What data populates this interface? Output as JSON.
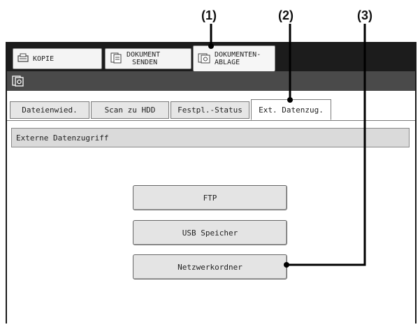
{
  "callouts": [
    "(1)",
    "(2)",
    "(3)"
  ],
  "mode_tabs": [
    {
      "label": "KOPIE",
      "icon": "copier-icon"
    },
    {
      "label": "DOKUMENT SENDEN",
      "line1": "DOKUMENT",
      "line2": "SENDEN",
      "icon": "send-document-icon"
    },
    {
      "label": "DOKUMENTEN-ABLAGE",
      "line1": "DOKUMENTEN-",
      "line2": "ABLAGE",
      "icon": "document-filing-icon",
      "active": true
    }
  ],
  "icon_bar": {
    "icon": "filing-mode-icon"
  },
  "tabs": [
    {
      "label": "Dateienwied."
    },
    {
      "label": "Scan zu HDD"
    },
    {
      "label": "Festpl.-Status"
    },
    {
      "label": "Ext. Datenzug.",
      "active": true
    }
  ],
  "info_bar": {
    "text": "Externe Datenzugriff"
  },
  "buttons": [
    {
      "label": "FTP"
    },
    {
      "label": "USB Speicher"
    },
    {
      "label": "Netzwerkordner"
    }
  ],
  "colors": {
    "mode_bar": "#1c1c1c",
    "icon_bar": "#4a4a4a",
    "info_bar": "#dadada",
    "button": "#e4e4e4"
  }
}
